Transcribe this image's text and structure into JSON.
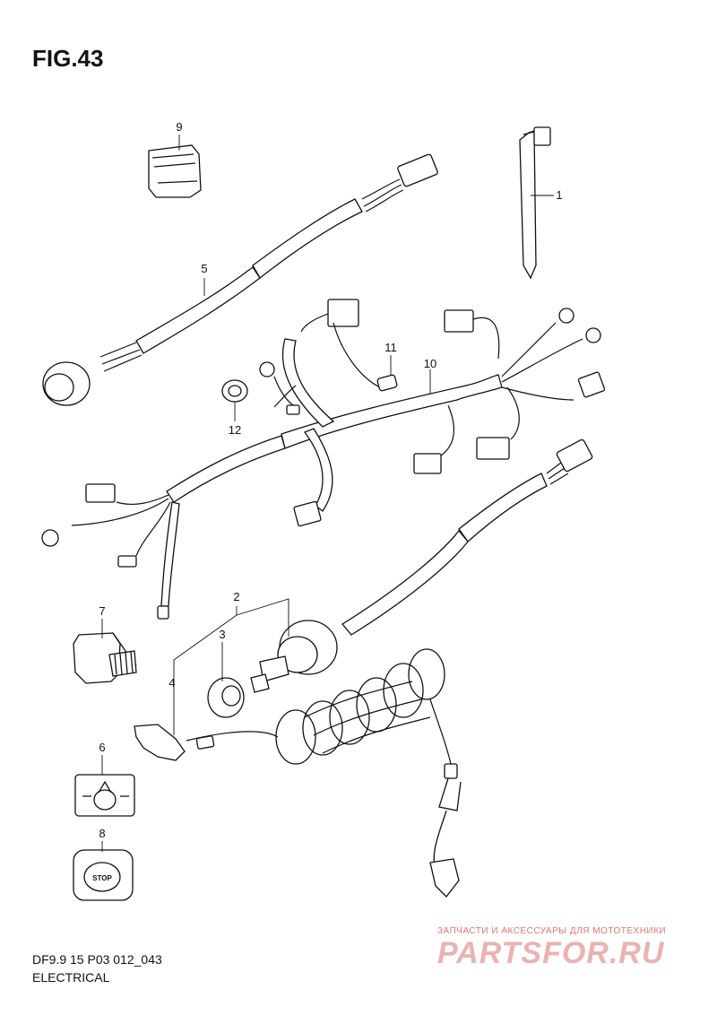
{
  "figure_title": "FIG.43",
  "model_code": "DF9.9 15 P03 012_043",
  "section_title": "ELECTRICAL",
  "watermark": {
    "tagline": "ЗАПЧАСТИ И АКСЕССУАРЫ ДЛЯ МОТОТЕХНИКИ",
    "site": "PARTSFOR.RU"
  },
  "callouts": [
    "1",
    "2",
    "3",
    "4",
    "5",
    "6",
    "7",
    "8",
    "9",
    "10",
    "11",
    "12"
  ],
  "stop_label": "STOP"
}
